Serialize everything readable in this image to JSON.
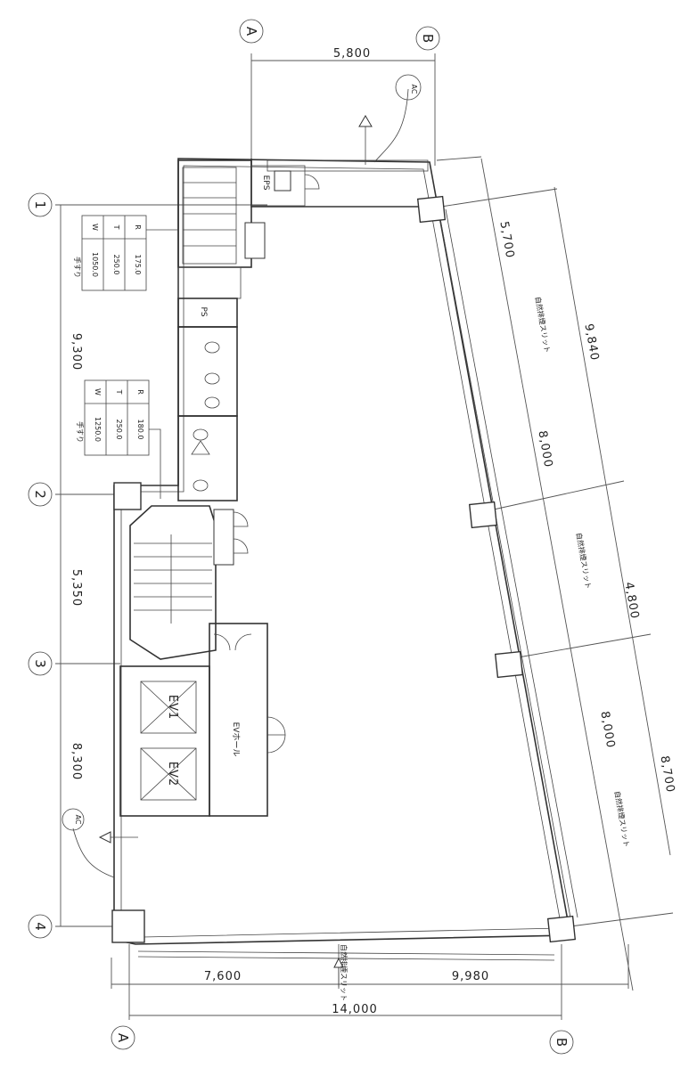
{
  "grid": {
    "columns": [
      "A",
      "B"
    ],
    "rows": [
      "1",
      "2",
      "3",
      "4"
    ]
  },
  "dimensions": {
    "top_span": "5,800",
    "left_1_2": "9,300",
    "left_2_3": "5,350",
    "left_3_4": "8,300",
    "bottom_left": "7,600",
    "bottom_right": "9,980",
    "bottom_total": "14,000",
    "right_top": "5,700",
    "right_mid1": "8,000",
    "right_mid2": "8,000",
    "right_overall1": "9,840",
    "right_overall2": "4,800",
    "right_overall3": "8,700"
  },
  "labels": {
    "eps": "EPS",
    "ev1": "EV1",
    "ev2": "EV2",
    "ev_hall": "EVホール",
    "slit": "自然排煙スリット",
    "ac_marker": "AC",
    "ps": "PS",
    "r": "R",
    "t": "T",
    "w": "W",
    "pipe_a": "手すり",
    "val_a1": "175.0",
    "val_a2": "250.0",
    "val_a3": "1050.0",
    "val_b1": "180.0",
    "val_b2": "250.0",
    "val_b3": "1250.0"
  }
}
